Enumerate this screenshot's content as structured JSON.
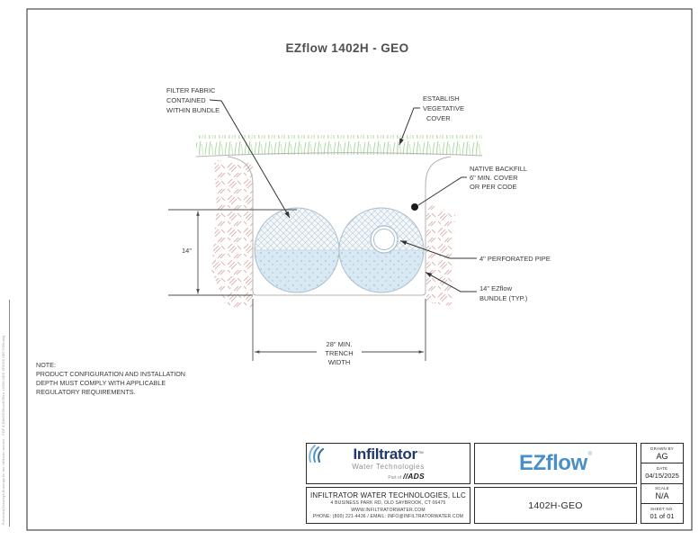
{
  "sheet": {
    "title": "EZflow 1402H - GEO",
    "margin_text": "Published Drawings\\Drawings for the Infiltrator website - PDF & DWG\\EZflow\\EZflow 1402H-GEO CROSS SECTION.dwg"
  },
  "callouts": {
    "filter_fabric": [
      "FILTER FABRIC",
      "CONTAINED",
      "WITHIN BUNDLE"
    ],
    "vegetative_cover": [
      "ESTABLISH",
      "VEGETATIVE",
      "COVER"
    ],
    "native_backfill": [
      "NATIVE BACKFILL",
      "6\" MIN. COVER",
      "OR PER CODE"
    ],
    "perforated_pipe": "4\" PERFORATED PIPE",
    "ezflow_bundle": [
      "14\" EZflow",
      "BUNDLE (TYP.)"
    ]
  },
  "dimensions": {
    "depth": "14\"",
    "trench_width": [
      "28\" MIN.",
      "TRENCH",
      "WIDTH"
    ]
  },
  "note": {
    "heading": "NOTE:",
    "lines": [
      "PRODUCT CONFIGURATION AND INSTALLATION",
      "DEPTH MUST COMPLY WITH APPLICABLE",
      "REGULATORY REQUIREMENTS."
    ]
  },
  "title_block": {
    "logo": {
      "brand": "Infiltrator",
      "tm": "TM",
      "subtitle": "Water Technologies",
      "part_of": "Part of",
      "ads": "//ADS"
    },
    "product_brand": {
      "name": "EZflow",
      "reg": "®"
    },
    "company": {
      "name": "INFILTRATOR WATER TECHNOLOGIES, LLC",
      "address": "4 BUSINESS PARK RD, OLD SAYBROOK, CT 06475",
      "website": "WWW.INFILTRATORWATER.COM",
      "phone_email": "PHONE: (800) 221-4436 / EMAIL: INFO@INFILTRATORWATER.COM"
    },
    "drawing_number": "1402H-GEO",
    "meta": [
      {
        "label": "DRAWN BY",
        "value": "AG"
      },
      {
        "label": "DATE",
        "value": "04/15/2025"
      },
      {
        "label": "SCALE",
        "value": "N/A"
      },
      {
        "label": "SHEET NO.",
        "value": "01 of 01"
      }
    ]
  },
  "colors": {
    "ezflow_blue": "#4a8fc7",
    "infiltrator_navy": "#21386b",
    "grass_green": "#a9d69c",
    "soil_hatch_pink": "#d8a0a0",
    "bundle_fill_blue": "#d9e9f3",
    "line_gray": "#b3b3b3",
    "ink": "#3a3a3a"
  }
}
